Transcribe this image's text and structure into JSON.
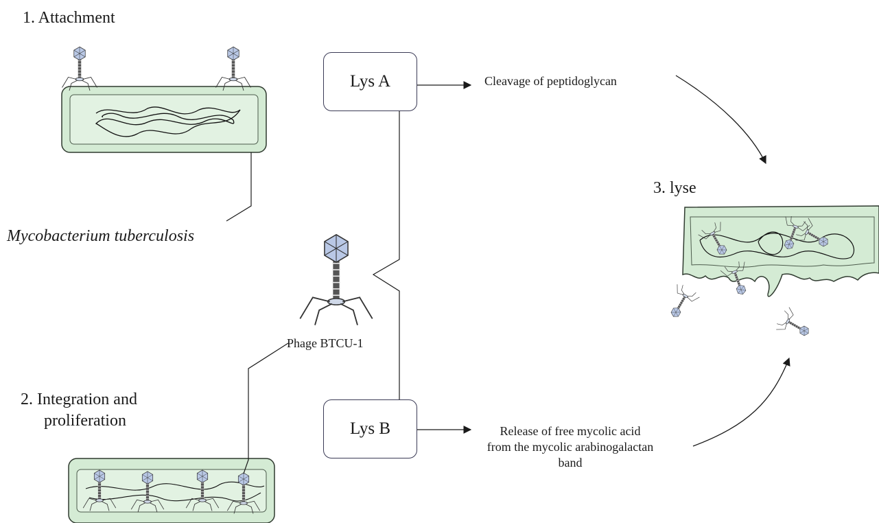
{
  "steps": {
    "attachment": "1. Attachment",
    "integration_line1": "2. Integration and",
    "integration_line2": "proliferation",
    "lyse": "3. lyse"
  },
  "labels": {
    "bacterium": "Mycobacterium tuberculosis",
    "phage": "Phage BTCU-1"
  },
  "enzymes": {
    "lys_a": "Lys A",
    "lys_b": "Lys B"
  },
  "effects": {
    "lys_a_effect": "Cleavage of peptidoglycan",
    "lys_b_line1": "Release of free mycolic acid",
    "lys_b_line2": "from the mycolic arabinogalactan",
    "lys_b_line3": "band"
  },
  "colors": {
    "cell_fill": "#d4ebd4",
    "cell_stroke": "#2f3a2f",
    "phage_head": "#b9c8e6",
    "line": "#1a1a1a"
  }
}
